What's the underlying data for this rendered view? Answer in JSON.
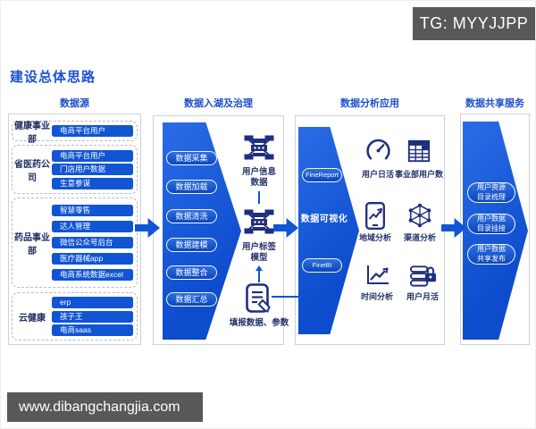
{
  "badges": {
    "tg": "TG: MYYJJPP",
    "site": "www.dibangchangjia.com"
  },
  "title": "建设总体思路",
  "colors": {
    "primary_blue": "#1155d4",
    "icon_navy": "#1e2f7f",
    "badge_gray": "#57585a",
    "header_blue": "#1d50c8"
  },
  "columns": {
    "source": {
      "header": "数据源",
      "groups": [
        {
          "label": "健康事业部",
          "items": [
            "电商平台用户"
          ]
        },
        {
          "label": "省医药公司",
          "items": [
            "电商平台用户",
            "门店用户数据",
            "生意参谋"
          ]
        },
        {
          "label": "药品事业部",
          "items": [
            "智慧零售",
            "达人管理",
            "微信公众号后台",
            "医疗器械app",
            "电商系统数据excel"
          ]
        },
        {
          "label": "云健康",
          "items": [
            "erp",
            "孩子王",
            "电商saas"
          ]
        }
      ]
    },
    "lake": {
      "header": "数据入湖及治理",
      "steps": [
        "数据采集",
        "数据加载",
        "数据清洗",
        "数据建模",
        "数据整合",
        "数据汇总"
      ],
      "artifacts": [
        {
          "icon": "data-platform-icon",
          "label": "用户信息数据"
        },
        {
          "icon": "data-platform-icon",
          "label": "用户标签模型"
        },
        {
          "icon": "form-pen-icon",
          "label": "填报数据、参数"
        }
      ]
    },
    "analysis": {
      "header": "数据分析应用",
      "visualization_label": "数据可视化",
      "tools": [
        "FineReport",
        "FineBI"
      ],
      "apps": [
        {
          "icon": "gauge-icon",
          "label": "用户日活"
        },
        {
          "icon": "table-icon",
          "label": "事业部用户数"
        },
        {
          "icon": "phone-chart-icon",
          "label": "地域分析"
        },
        {
          "icon": "network-icon",
          "label": "渠道分析"
        },
        {
          "icon": "line-chart-icon",
          "label": "时间分析"
        },
        {
          "icon": "database-lock-icon",
          "label": "用户月活"
        }
      ]
    },
    "share": {
      "header": "数据共享服务",
      "services": [
        "用户资源目录梳理",
        "用户数据目录挂接",
        "用户数据共享发布"
      ]
    }
  }
}
